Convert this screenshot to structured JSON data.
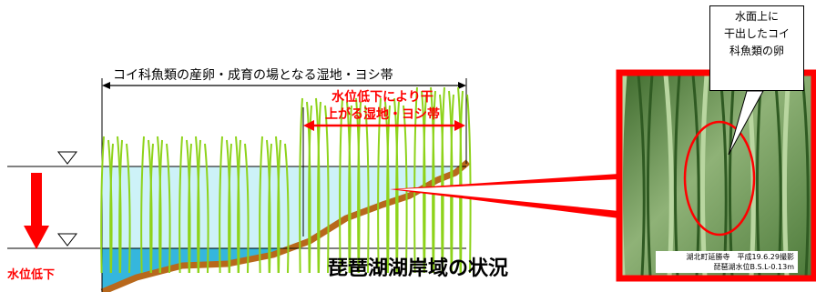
{
  "diagram": {
    "wetland_label": "コイ科魚類の産卵・成育の場となる湿地・ヨシ帯",
    "dry_label_line1": "水位低下により干",
    "dry_label_line2": "上がる湿地・ヨシ帯",
    "water_drop_label": "水位低下",
    "main_title": "琵琶湖湖岸域の状況"
  },
  "photo": {
    "callout_line1": "水面上に",
    "callout_line2": "干出したコイ",
    "callout_line3": "科魚類の卵",
    "caption_line1": "湖北町延勝寺　平成19.6.29撮影",
    "caption_line2": "琵琶湖水位B.S.L-0.13m"
  },
  "colors": {
    "water": "#cdf2f8",
    "deep_water": "#35b6dd",
    "shore": "#b8681c",
    "reed": "#8ed31b",
    "accent": "#ff0000",
    "photo_frame": "#ff0000"
  }
}
